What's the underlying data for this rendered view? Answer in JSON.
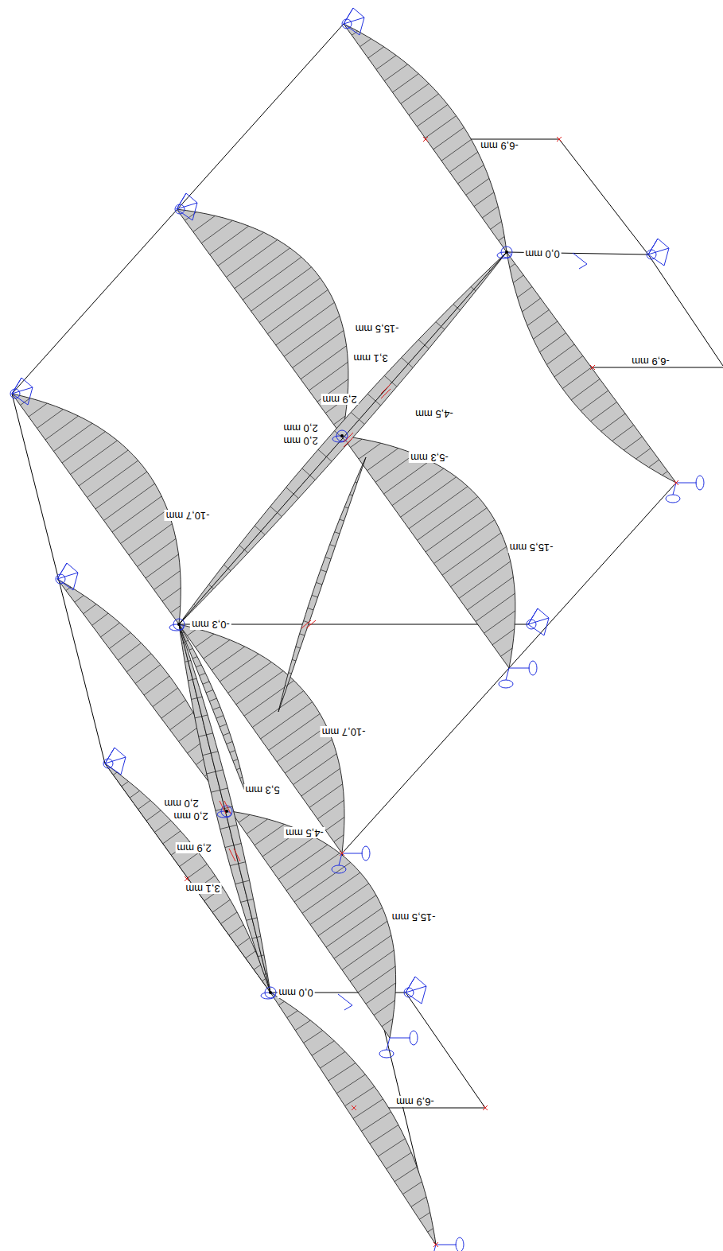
{
  "diagram": {
    "labels": [
      "-6,9 mm",
      "0,0 mm",
      "-6,9 mm",
      "-15,5 mm",
      "3,1 mm",
      "2,9 mm",
      "-4,5 mm",
      "2,0 mm",
      "2,0 mm",
      "-5,3 mm",
      "-10,7 mm",
      "-15,5 mm",
      "-0,3 mm",
      "-10,7 mm",
      "5,3 mm",
      "2,0 mm",
      "2,0 mm",
      "-4,5 mm",
      "2,9 mm",
      "3,1 mm",
      "-15,5 mm",
      "0,0 mm",
      "-6,9 mm"
    ]
  }
}
